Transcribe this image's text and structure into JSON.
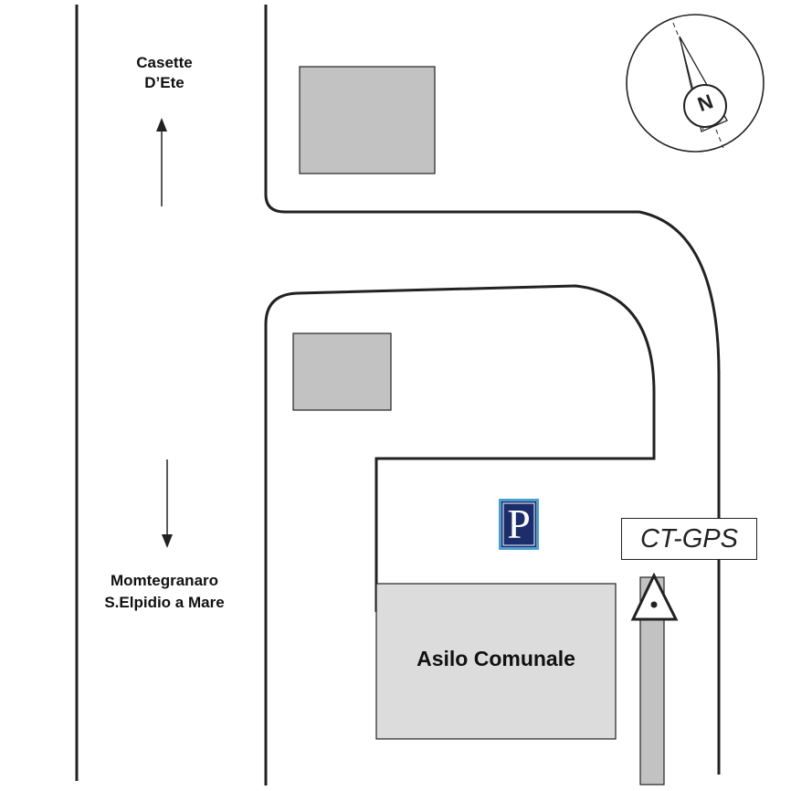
{
  "labels": {
    "north_destination": [
      "Casette",
      "D’Ete"
    ],
    "south_destination": [
      "Momtegranaro",
      "S.Elpidio a Mare"
    ],
    "school": "Asilo Comunale",
    "gps_point": "CT-GPS",
    "north": "N",
    "parking": "P"
  },
  "colors": {
    "line": "#222222",
    "building_dark": "#c2c2c2",
    "building_light": "#dcdcdc",
    "parking_bg": "#1b2d6b",
    "parking_border": "#4a9fd0",
    "approach_path": "#c2c2c2"
  },
  "icons": [
    "compass-rose-icon",
    "parking-sign-icon",
    "gps-marker-icon",
    "up-arrow-icon",
    "down-arrow-icon"
  ]
}
